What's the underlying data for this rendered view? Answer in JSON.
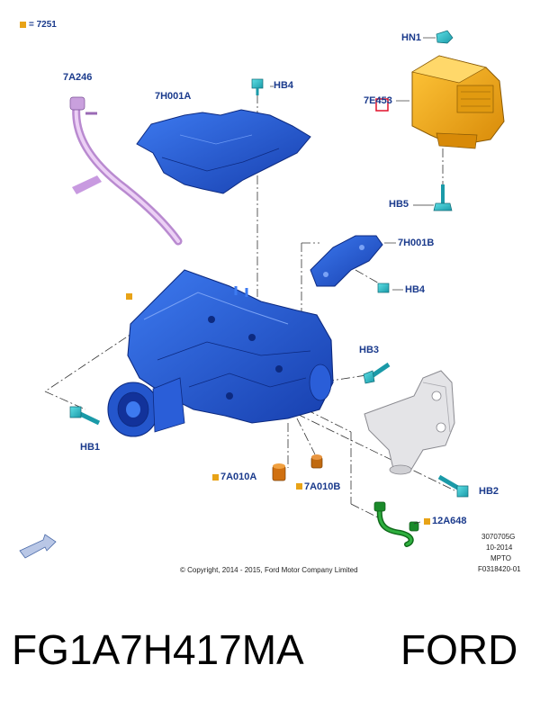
{
  "legend": {
    "text": "= 7251",
    "marker_color": "#e8a317"
  },
  "callouts": {
    "hn1": "HN1",
    "hb4_top": "HB4",
    "hb4_mid": "HB4",
    "hb5": "HB5",
    "hb3": "HB3",
    "hb1": "HB1",
    "hb2": "HB2",
    "p7a246": "7A246",
    "p7h001a": "7H001A",
    "p7h001b": "7H001B",
    "p7e453": "7E453",
    "p7a010a": "7A010A",
    "p7a010b": "7A010B",
    "p12a648": "12A648"
  },
  "copyright": "© Copyright, 2014 - 2015, Ford Motor Company Limited",
  "ref": {
    "line1": "3070705G",
    "line2": "10-2014",
    "line3": "MPTO",
    "line4": "F0318420-01"
  },
  "caption": {
    "part_number": "FG1A7H417MA",
    "brand": "FORD"
  },
  "colors": {
    "transfer_case": "#1f5fd9",
    "shield": "#2b63e0",
    "module": "#f0a818",
    "vent_tube": "#d8a6e8",
    "bracket": "#d9d9dc",
    "harness": "#1a8a2a",
    "plug": "#d07010",
    "text_blue": "#1a3a8c"
  }
}
